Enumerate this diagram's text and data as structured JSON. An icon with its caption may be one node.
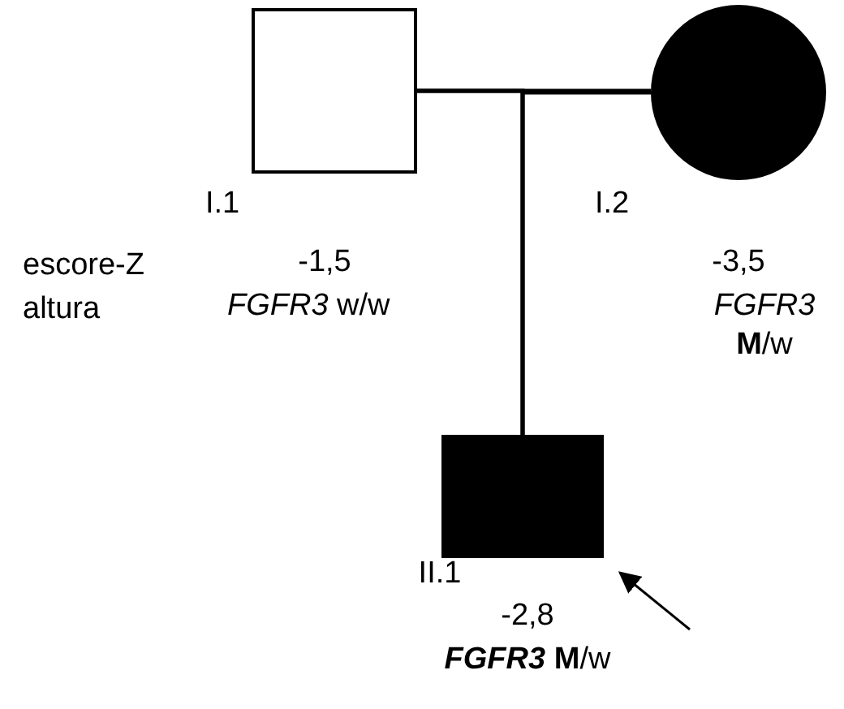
{
  "diagram": {
    "nodes": [
      {
        "text": [],
        "shape": "box",
        "beside": [
          "I.1",
          "-1,5",
          "*FGFR3* w/w"
        ]
      },
      {
        "text": [],
        "shape": "circle",
        "beside": [
          "I.2",
          "-3,5",
          "*FGFR3* **M**/w"
        ]
      },
      {
        "text": [],
        "shape": "box",
        "beside": [
          "II.1",
          "-2,8",
          "*FGFR3* **M**/w"
        ]
      }
    ],
    "edges": [
      {
        "from": 0,
        "to": 1,
        "arrow": "none"
      },
      {
        "from": 0,
        "to": 2,
        "arrow": "none"
      },
      {
        "from": 1,
        "to": 2,
        "arrow": "none"
      },
      {
        "from": null,
        "to": 2,
        "arrow": "to"
      }
    ],
    "labels": [
      "escore-Z altura"
    ]
  }
}
